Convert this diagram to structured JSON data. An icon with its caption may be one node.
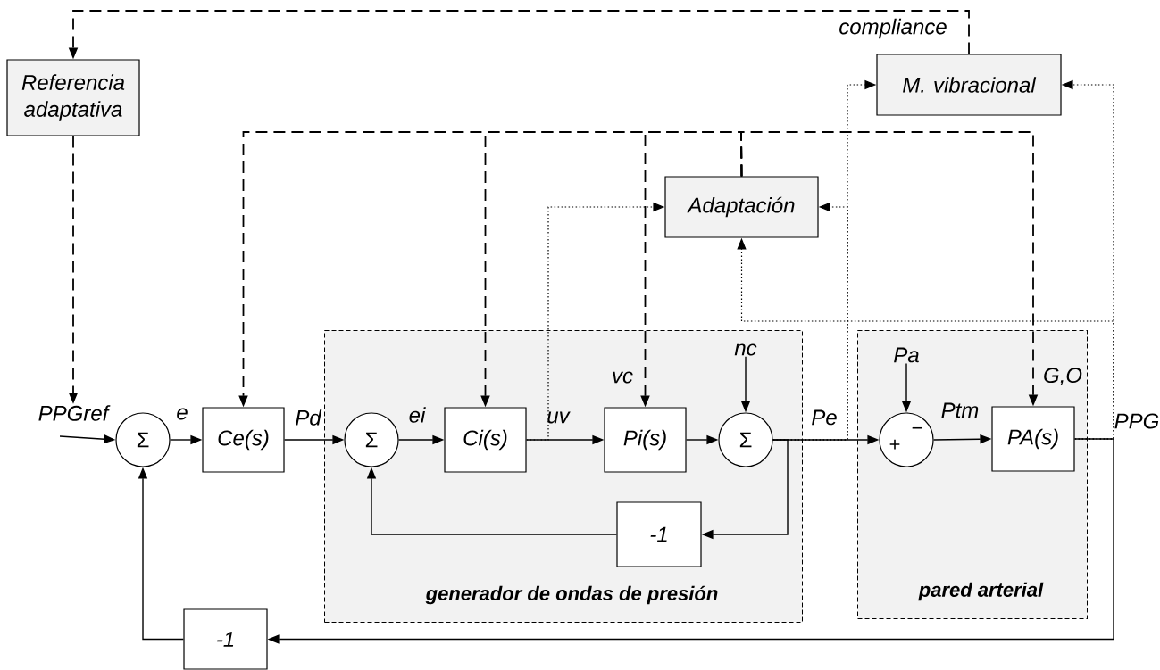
{
  "diagram": {
    "nodes": [
      {
        "text": [
          "generador de ondas de presión"
        ]
      },
      {
        "text": [
          "pared arterial"
        ]
      },
      {
        "text": [
          "Referencia adaptativa"
        ]
      },
      {
        "text": [
          "M. vibracional"
        ]
      },
      {
        "text": [
          "Adaptación"
        ]
      },
      {
        "text": [
          "PPGref"
        ]
      },
      {
        "text": [
          "Σ"
        ]
      },
      {
        "text": [
          "Ce(s)"
        ]
      },
      {
        "text": [
          "Σ"
        ],
        "in": 0
      },
      {
        "text": [
          "Ci(s)"
        ],
        "in": 0
      },
      {
        "text": [
          "Pi(s)"
        ],
        "in": 0
      },
      {
        "text": [
          "Σ"
        ],
        "in": 0
      },
      {
        "text": [
          "nc"
        ],
        "in": 0
      },
      {
        "text": [
          "-1"
        ],
        "in": 0
      },
      {
        "text": [
          "+",
          "−"
        ],
        "in": 1
      },
      {
        "text": [
          "Pa"
        ],
        "in": 1
      },
      {
        "text": [
          "PA(s)"
        ],
        "in": 1
      },
      {
        "text": [
          "-1"
        ]
      }
    ],
    "edges": [
      {
        "from": 5,
        "to": 6,
        "arrow": "to"
      },
      {
        "from": 6,
        "to": 7,
        "arrow": "to",
        "label": "e"
      },
      {
        "from": 7,
        "to": 8,
        "arrow": "to",
        "label": "Pd"
      },
      {
        "from": 8,
        "to": 9,
        "arrow": "to",
        "label": "ei"
      },
      {
        "from": 9,
        "to": 10,
        "arrow": "to",
        "label": "uv"
      },
      {
        "from": 10,
        "to": 11,
        "arrow": "to"
      },
      {
        "from": 12,
        "to": 11,
        "arrow": "to"
      },
      {
        "from": 11,
        "to": 14,
        "arrow": "to",
        "label": "Pe"
      },
      {
        "from": 15,
        "to": 14,
        "arrow": "to"
      },
      {
        "from": 14,
        "to": 16,
        "arrow": "to",
        "label": "Ptm"
      },
      {
        "from": 16,
        "to": 17,
        "arrow": "to",
        "label": "PPG"
      },
      {
        "from": 17,
        "to": 6,
        "arrow": "to"
      },
      {
        "from": 11,
        "to": 13,
        "arrow": "to"
      },
      {
        "from": 13,
        "to": 8,
        "arrow": "to"
      },
      {
        "from": 3,
        "to": 2,
        "arrow": "to",
        "style": "dashed",
        "label": "compliance"
      },
      {
        "from": 2,
        "to": 5,
        "arrow": "to",
        "style": "dashed"
      },
      {
        "from": 4,
        "to": 7,
        "arrow": "to",
        "style": "dashed"
      },
      {
        "from": 4,
        "to": 9,
        "arrow": "to",
        "style": "dashed"
      },
      {
        "from": 4,
        "to": 10,
        "arrow": "to",
        "style": "dashed",
        "label": "vc"
      },
      {
        "from": 4,
        "to": 16,
        "arrow": "to",
        "style": "dashed",
        "label": "G,O"
      },
      {
        "from": 9,
        "to": 4,
        "arrow": "to",
        "style": "dashed"
      },
      {
        "from": 11,
        "to": 4,
        "arrow": "to",
        "style": "dashed"
      },
      {
        "from": 11,
        "to": 3,
        "arrow": "to",
        "style": "dashed"
      },
      {
        "from": 16,
        "to": 4,
        "arrow": "to",
        "style": "dashed"
      },
      {
        "from": 16,
        "to": 3,
        "arrow": "to",
        "style": "dashed"
      }
    ]
  }
}
